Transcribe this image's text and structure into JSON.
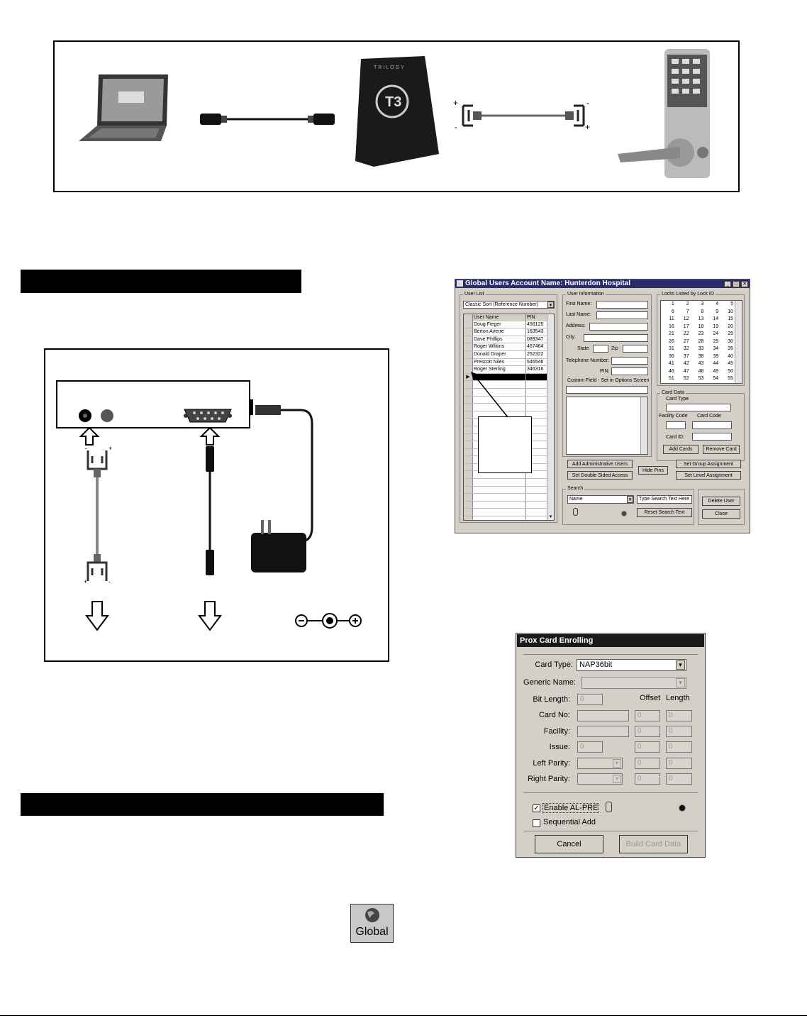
{
  "users_window": {
    "title": "Global Users Account Name: Hunterdon Hospital",
    "user_list_group": "User List",
    "sort_option": "Classic Sort (Reference Number)",
    "columns": [
      "User Name",
      "PIN"
    ],
    "users": [
      {
        "name": "Doug Fieger",
        "pin": "456125"
      },
      {
        "name": "Berton Averre",
        "pin": "163543"
      },
      {
        "name": "Dave Phillips",
        "pin": "089347"
      },
      {
        "name": "Roger Wilkins",
        "pin": "467464"
      },
      {
        "name": "Donald Draper",
        "pin": "252322"
      },
      {
        "name": "Prescott Niles",
        "pin": "546546"
      },
      {
        "name": "Roger Sterling",
        "pin": "346316"
      }
    ],
    "user_info_group": "User Information",
    "first_name_label": "First Name:",
    "last_name_label": "Last Name:",
    "address_label": "Address:",
    "city_label": "City:",
    "state_label": "State",
    "zip_label": "Zip",
    "telephone_label": "Telephone Number:",
    "pin_label": "PIN:",
    "custom_field_label": "Custom Field - Set in Options Screen",
    "locks_group": "Locks Listed by Lock ID",
    "lock_ids": [
      "1",
      "2",
      "3",
      "4",
      "5",
      "6",
      "7",
      "8",
      "9",
      "10",
      "11",
      "12",
      "13",
      "14",
      "15",
      "16",
      "17",
      "18",
      "19",
      "20",
      "21",
      "22",
      "23",
      "24",
      "25",
      "26",
      "27",
      "28",
      "29",
      "30",
      "31",
      "32",
      "33",
      "34",
      "35",
      "36",
      "37",
      "38",
      "39",
      "40",
      "41",
      "42",
      "43",
      "44",
      "45",
      "46",
      "47",
      "48",
      "49",
      "50",
      "51",
      "52",
      "53",
      "54",
      "55"
    ],
    "card_data_group": "Card Data",
    "card_type_label": "Card Type",
    "facility_code_label": "Facility Code",
    "card_code_label": "Card Code",
    "card_id_label": "Card ID:",
    "add_cards_button": "Add Cards",
    "remove_card_button": "Remove Card",
    "add_admin_button": "Add Administrative Users",
    "set_double_sided_button": "Set Double Sided Access",
    "hide_pins_button": "Hide Pins",
    "set_group_button": "Set Group Assignment",
    "set_level_button": "Set Level Assignment",
    "search_group": "Search",
    "search_field_value": "Name",
    "search_text_value": "Type Search Text Here",
    "reset_search_button": "Reset Search Text",
    "delete_user_button": "Delete User",
    "close_button": "Close"
  },
  "prox_window": {
    "title": "Prox Card Enrolling",
    "card_type_label": "Card Type:",
    "card_type_value": "NAP36bit",
    "generic_name_label": "Generic Name:",
    "bit_length_label": "Bit Length:",
    "offset_label": "Offset",
    "length_label": "Length",
    "card_no_label": "Card No:",
    "facility_label": "Facility:",
    "issue_label": "Issue:",
    "left_parity_label": "Left Parity:",
    "right_parity_label": "Right Parity:",
    "zero_value": "0",
    "enable_alpre_label": "Enable AL-PRE",
    "enable_alpre_checked": true,
    "sequential_add_label": "Sequential Add",
    "sequential_add_checked": false,
    "cancel_button": "Cancel",
    "build_card_data_button": "Build Card Data"
  },
  "global_icon": {
    "label": "Global"
  }
}
